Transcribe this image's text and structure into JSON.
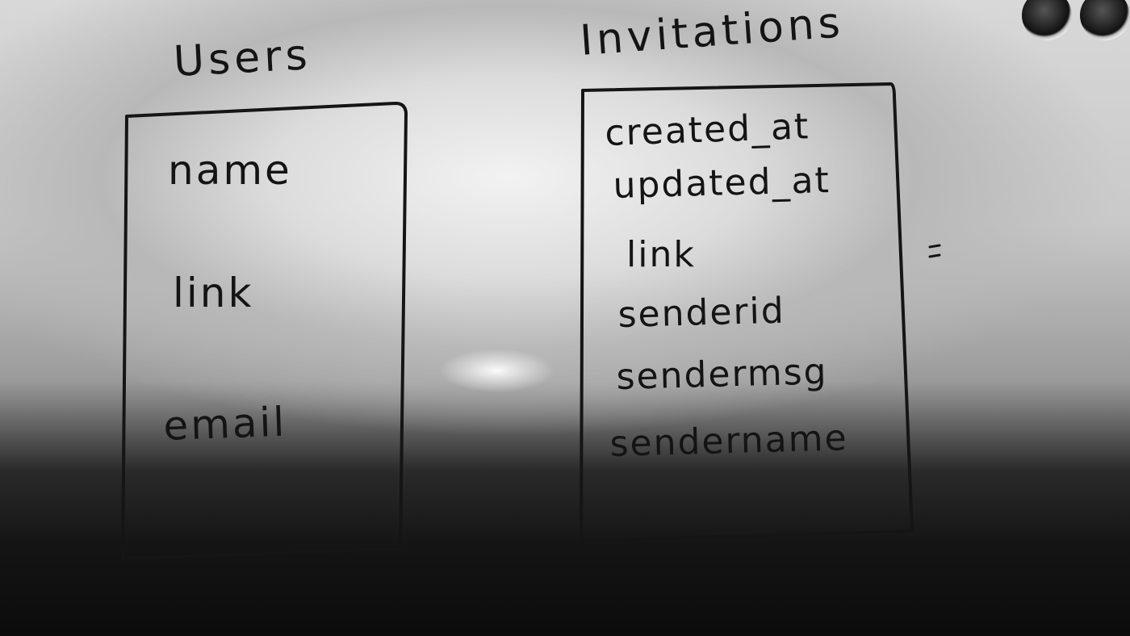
{
  "users": {
    "title": "Users",
    "fields": [
      "name",
      "link",
      "email"
    ]
  },
  "invitations": {
    "title": "Invitations",
    "fields": [
      "created_at",
      "updated_at",
      "link",
      "senderid",
      "sendermsg",
      "sendername"
    ]
  },
  "colors": {
    "ink": "#141414",
    "board": "#dcdcdc"
  },
  "icons": [
    "magnet-icon",
    "magnet-icon"
  ]
}
